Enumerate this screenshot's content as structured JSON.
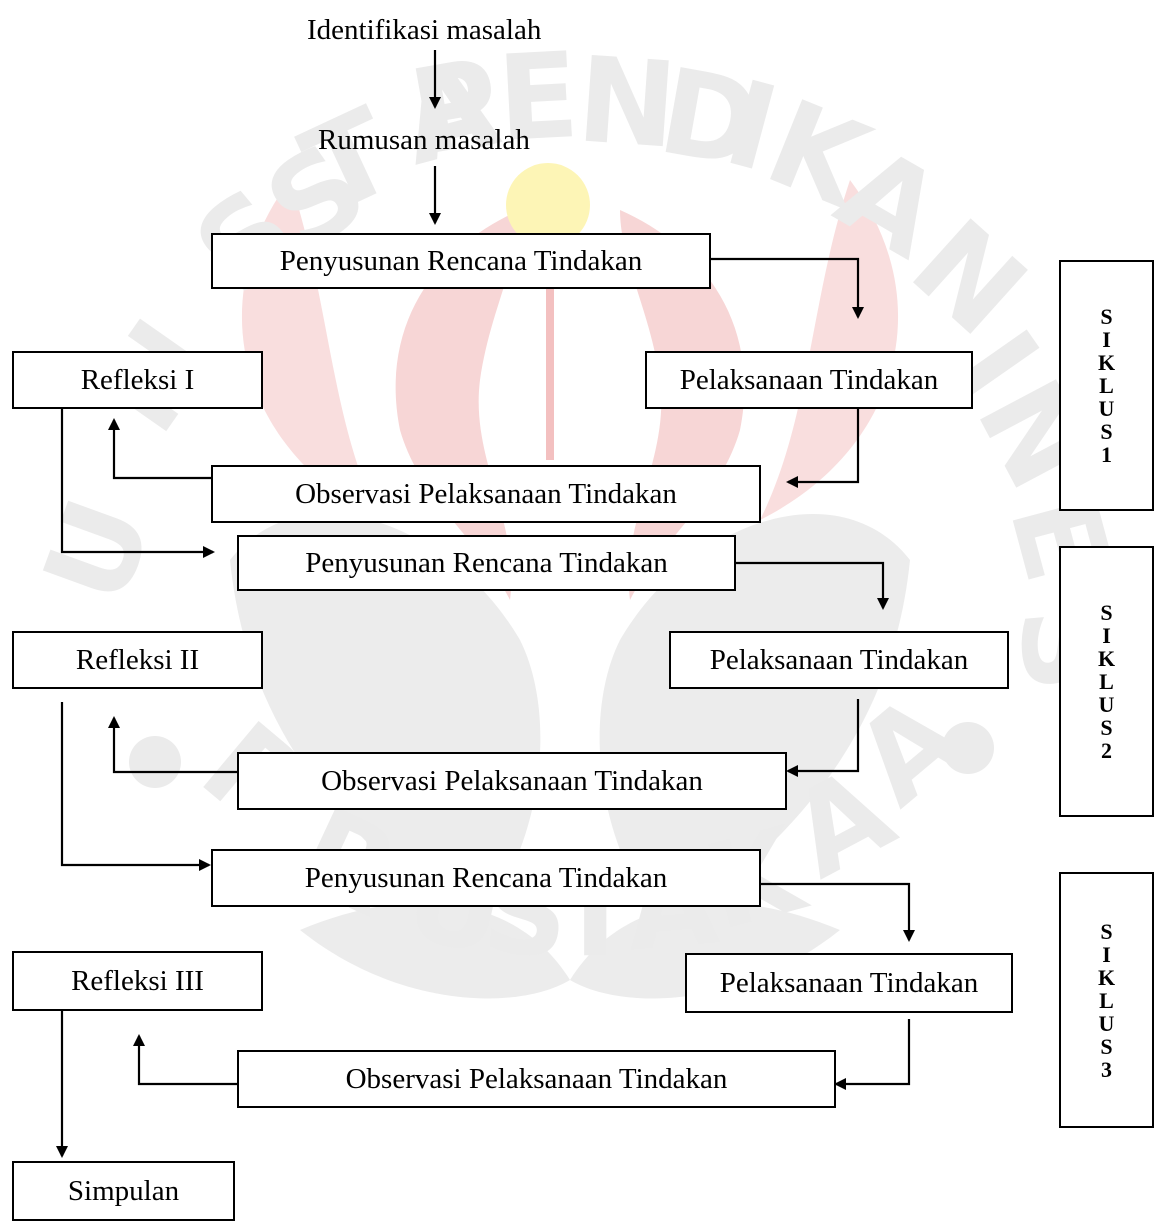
{
  "diagram": {
    "identifikasi": "Identifikasi masalah",
    "rumusan": "Rumusan masalah",
    "cycles": [
      {
        "penyusunan": "Penyusunan Rencana Tindakan",
        "pelaksanaan": "Pelaksanaan Tindakan",
        "observasi": "Observasi Pelaksanaan Tindakan",
        "refleksi": "Refleksi I",
        "siklus_label": "SIKLUS1"
      },
      {
        "penyusunan": "Penyusunan Rencana Tindakan",
        "pelaksanaan": "Pelaksanaan Tindakan",
        "observasi": "Observasi Pelaksanaan Tindakan",
        "refleksi": "Refleksi II",
        "siklus_label": "SIKLUS2"
      },
      {
        "penyusunan": "Penyusunan Rencana Tindakan",
        "pelaksanaan": "Pelaksanaan Tindakan",
        "observasi": "Observasi Pelaksanaan Tindakan",
        "refleksi": "Refleksi III",
        "siklus_label": "SIKLUS3"
      }
    ],
    "simpulan": "Simpulan"
  },
  "colors": {
    "line": "#000000",
    "watermark_red": "#f7dada",
    "watermark_gray": "#ececec",
    "watermark_yellow": "#fdf5b6"
  }
}
